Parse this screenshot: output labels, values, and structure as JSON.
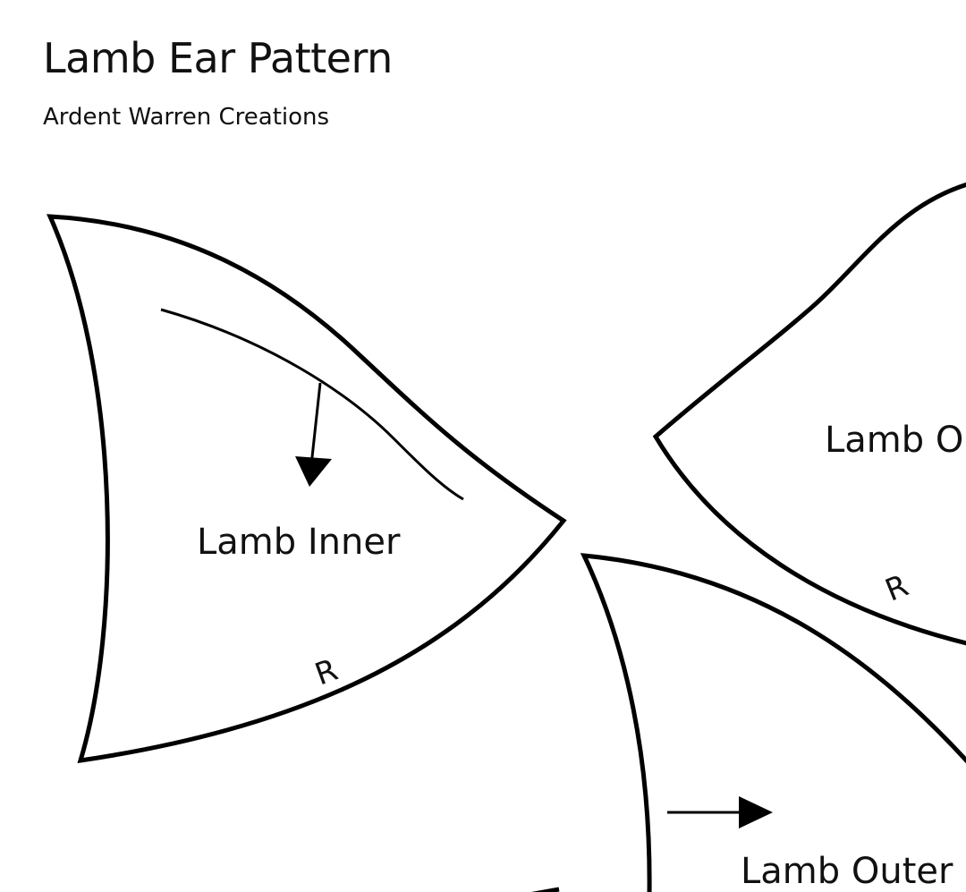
{
  "document": {
    "title": "Lamb Ear Pattern",
    "subtitle": "Ardent Warren Creations"
  },
  "pieces": [
    {
      "label": "Lamb Inner",
      "mark": "R"
    },
    {
      "label": "Lamb O",
      "mark": "R"
    },
    {
      "label": "Lamb Outer"
    }
  ]
}
